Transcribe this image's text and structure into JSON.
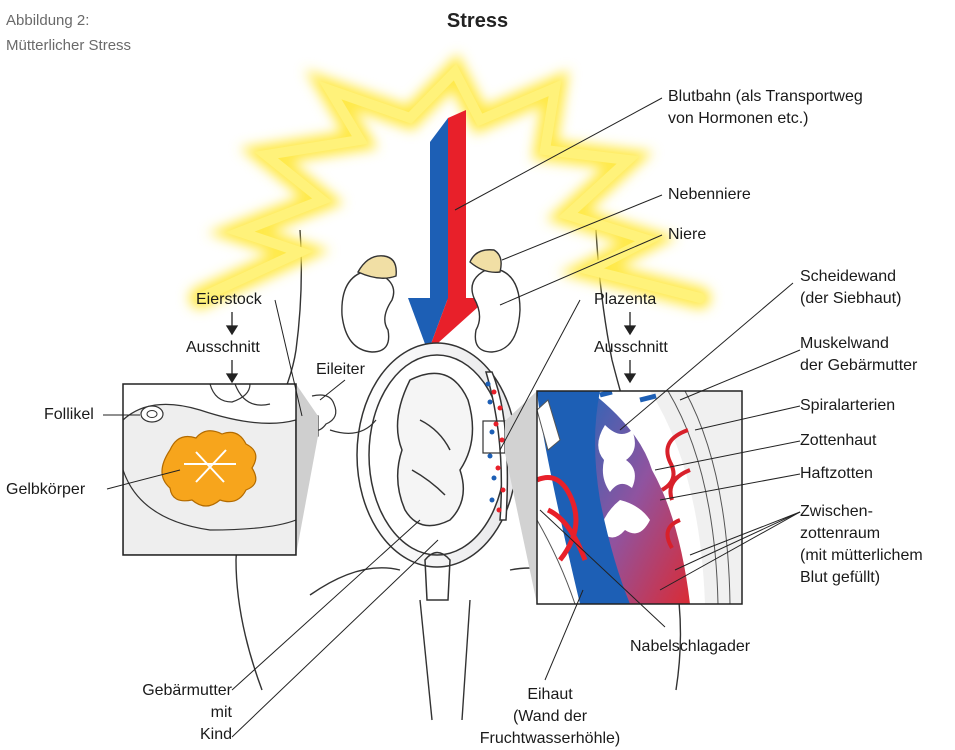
{
  "caption": {
    "line1": "Abbildung 2:",
    "line2": "Mütterlicher Stress"
  },
  "title": "Stress",
  "labels": {
    "blutbahn_1": "Blutbahn (als Transportweg",
    "blutbahn_2": "von Hormonen etc.)",
    "nebenniere": "Nebenniere",
    "niere": "Niere",
    "scheidewand_1": "Scheidewand",
    "scheidewand_2": "(der Siebhaut)",
    "muskelwand_1": "Muskelwand",
    "muskelwand_2": "der Gebärmutter",
    "spiralarterien": "Spiralarterien",
    "zottenhaut": "Zottenhaut",
    "haftzotten": "Haftzotten",
    "zwischen_1": "Zwischen-",
    "zwischen_2": "zottenraum",
    "zwischen_3": "(mit mütterlichem",
    "zwischen_4": "Blut gefüllt)",
    "nabelschlagader": "Nabelschlagader",
    "eihaut_1": "Eihaut",
    "eihaut_2": "(Wand der",
    "eihaut_3": "Fruchtwasserhöhle)",
    "gebaermutter_1": "Gebärmutter",
    "gebaermutter_2": "mit",
    "gebaermutter_3": "Kind",
    "eierstock": "Eierstock",
    "ausschnitt_left": "Ausschnitt",
    "eileiter": "Eileiter",
    "follikel": "Follikel",
    "gelbkoerper": "Gelbkörper",
    "plazenta": "Plazenta",
    "ausschnitt_right": "Ausschnitt"
  },
  "colors": {
    "stress_glow": "#ffe94a",
    "stress_core": "#fff59a",
    "blood_red": "#e8202a",
    "blood_blue": "#1d5fb5",
    "adrenal": "#f1dfa5",
    "corpus_luteum": "#f7a51c",
    "line": "#222222"
  }
}
